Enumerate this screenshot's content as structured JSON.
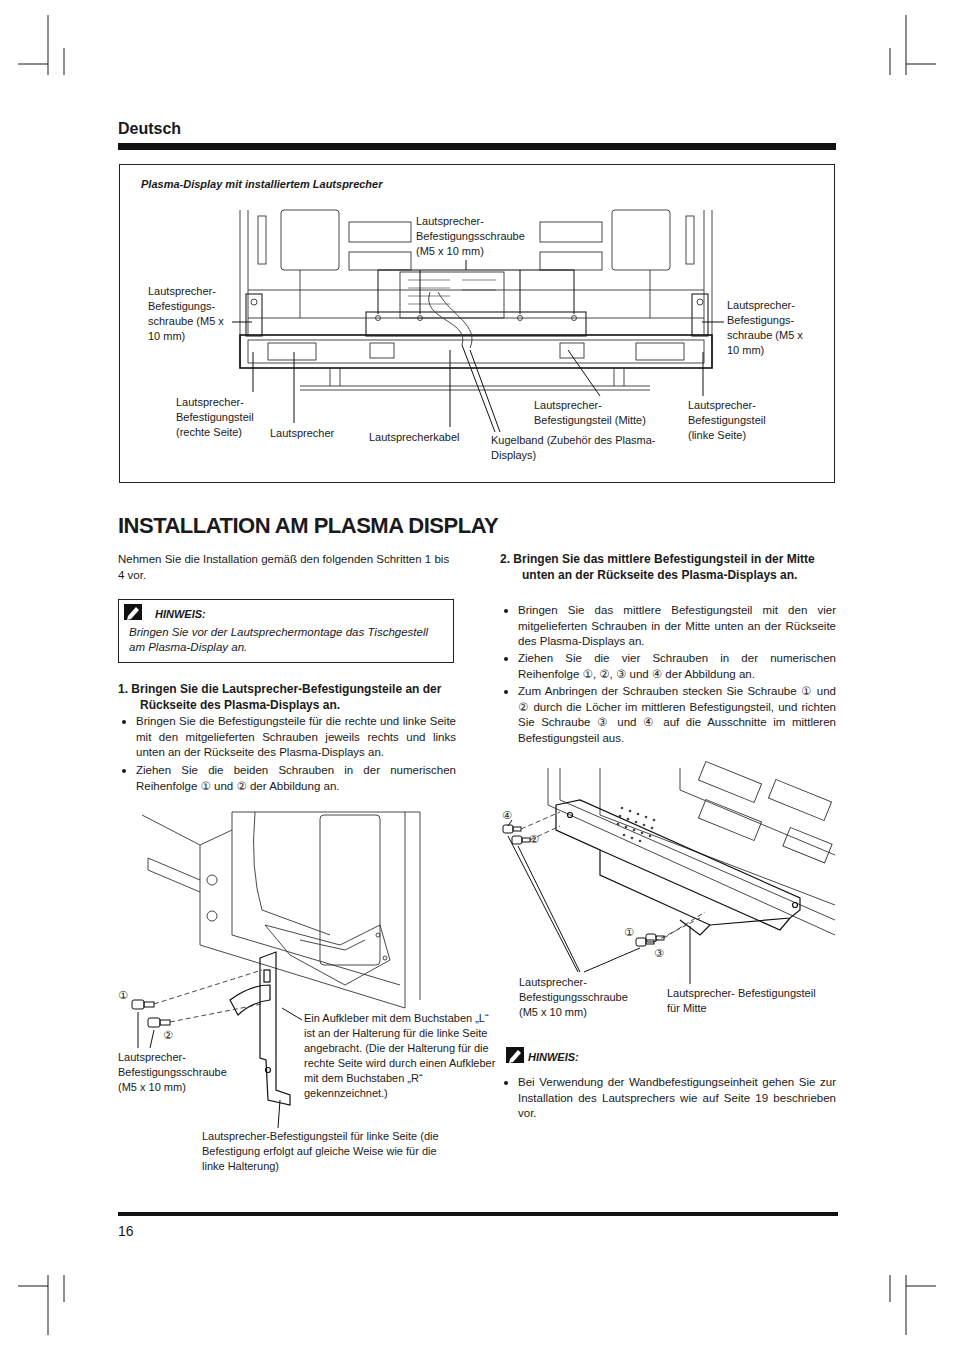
{
  "diagram": {
    "title": "INSTALLATION AM PLASMA DISPLAY",
    "nodes": [
      {
        "text": [
          "Plasma-Display mit installiertem Lautsprecher"
        ]
      },
      {
        "text": [
          "HINWEIS:",
          "Bringen Sie vor der Lautsprechermontage das Tischgestell am Plasma-Display an."
        ]
      }
    ],
    "labels": [
      "Deutsch",
      "Lautsprecher- Befestigungsschraube (M5 x 10 mm)",
      "Lautsprecher- Befestigungs- schraube (M5 x 10 mm)",
      "Lautsprecher- Befestigungs- schraube (M5 x 10 mm)",
      "Lautsprecher- Befestigungsteil (rechte Seite)",
      "Lautsprecher",
      "Lautsprecherkabel",
      "Lautsprecher- Befestigungsteil (Mitte)",
      "Kugelband (Zubehör des Plasma-Displays)",
      "Lautsprecher- Befestigungsteil (linke Seite)",
      "Nehmen Sie die Installation gemäß den folgenden Schritten 1 bis 4 vor.",
      "1. Bringen Sie die Lautsprecher-Befestigungsteile an der Rückseite des Plasma-Displays an.",
      "Bringen Sie die Befestigungsteile für die rechte und linke Seite mit den mitgelieferten Schrauben jeweils rechts und links unten an der Rückseite des Plasma-Displays an.",
      "Ziehen Sie die beiden Schrauben in der numerischen Reihenfolge ① und ② der Abbildung an.",
      "①",
      "②",
      "Lautsprecher- Befestigungsschraube (M5 x 10 mm)",
      "Ein Aufkleber mit dem Buchstaben „L“ ist an der Halterung für die linke Seite angebracht. (Die der Halterung für die rechte Seite wird durch einen Aufkleber mit dem Buchstaben „R“ gekennzeichnet.)",
      "Lautsprecher-Befestigungsteil für linke Seite (die Befestigung erfolgt auf gleiche Weise wie für die linke Halterung)",
      "2. Bringen Sie das mittlere Befestigungsteil in der Mitte unten an der Rückseite des Plasma-Displays an.",
      "Bringen Sie das mittlere Befestigungsteil mit den vier mitgelieferten Schrauben in der Mitte unten an der Rückseite des Plasma-Displays an.",
      "Ziehen Sie die vier Schrauben in der numerischen Reihenfolge ①, ②, ③ und ④ der Abbildung an.",
      "Zum Anbringen der Schrauben stecken Sie Schraube ① und ② durch die Löcher im mittleren Befestigungsteil, und richten Sie Schraube ③ und ④ auf die Ausschnitte im mittleren Befestigungsteil aus.",
      "④",
      "②",
      "①",
      "③",
      "Lautsprecher- Befestigungsschraube (M5 x 10 mm)",
      "Lautsprecher- Befestigungsteil für Mitte",
      "HINWEIS:",
      "Bei Verwendung der Wandbefestigungseinheit gehen Sie zur Installation des Lautsprechers wie auf Seite 19 beschrieben vor.",
      "16"
    ]
  }
}
